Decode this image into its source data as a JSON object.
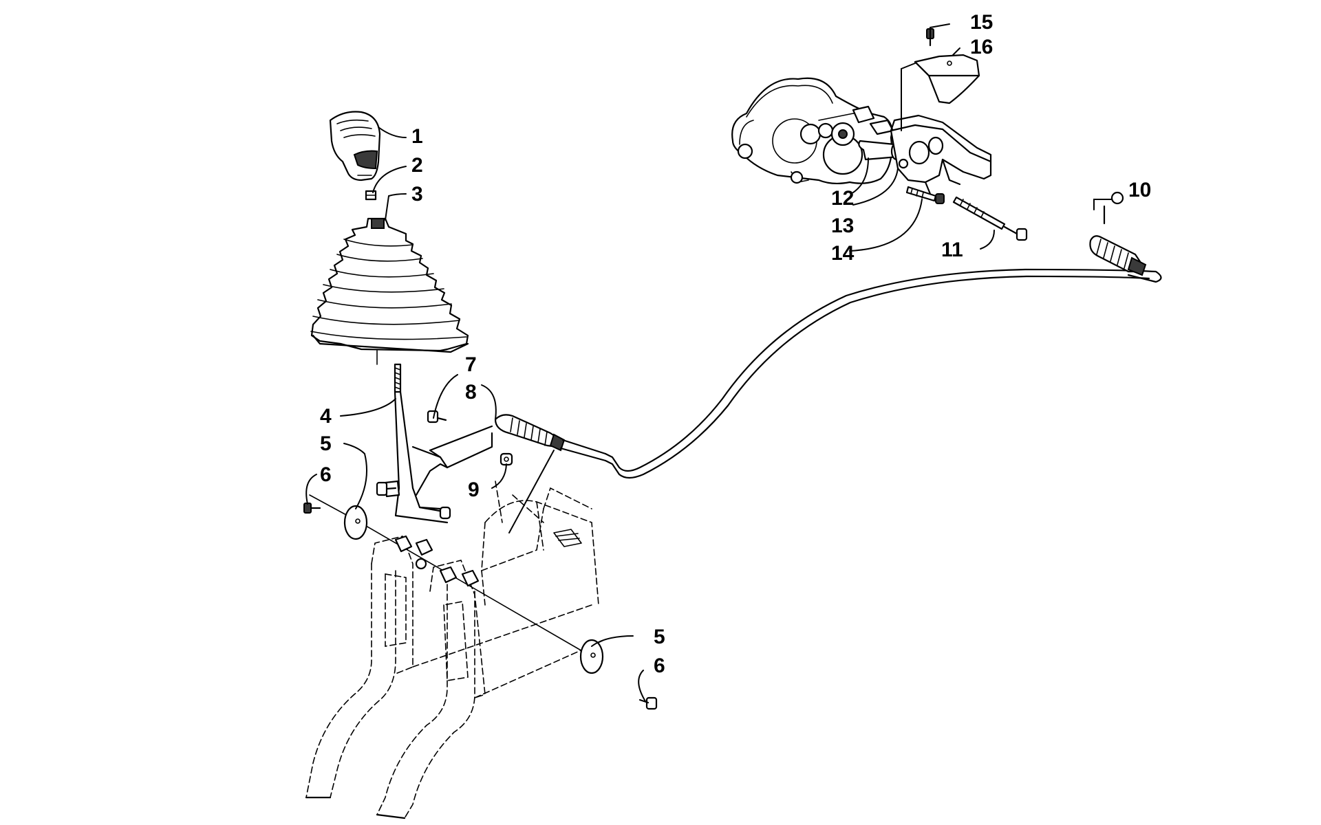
{
  "callouts": [
    {
      "id": "c1",
      "text": "1"
    },
    {
      "id": "c2",
      "text": "2"
    },
    {
      "id": "c3",
      "text": "3"
    },
    {
      "id": "c4",
      "text": "4"
    },
    {
      "id": "c5a",
      "text": "5"
    },
    {
      "id": "c6a",
      "text": "6"
    },
    {
      "id": "c7",
      "text": "7"
    },
    {
      "id": "c8",
      "text": "8"
    },
    {
      "id": "c9",
      "text": "9"
    },
    {
      "id": "c10",
      "text": "10"
    },
    {
      "id": "c11",
      "text": "11"
    },
    {
      "id": "c12",
      "text": "12"
    },
    {
      "id": "c13",
      "text": "13"
    },
    {
      "id": "c14",
      "text": "14"
    },
    {
      "id": "c15",
      "text": "15"
    },
    {
      "id": "c16",
      "text": "16"
    },
    {
      "id": "c5b",
      "text": "5"
    },
    {
      "id": "c6b",
      "text": "6"
    }
  ]
}
